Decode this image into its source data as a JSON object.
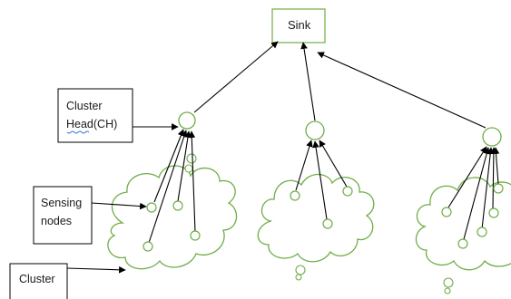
{
  "diagram": {
    "sink_label": "Sink",
    "labels": {
      "cluster_head": [
        "Cluster",
        "Head(CH)"
      ],
      "sensing_nodes": [
        "Sensing",
        "nodes"
      ],
      "cluster": "Cluster"
    },
    "colors": {
      "green": "#70ad47",
      "line": "#000000",
      "box_border": "#000000"
    }
  }
}
